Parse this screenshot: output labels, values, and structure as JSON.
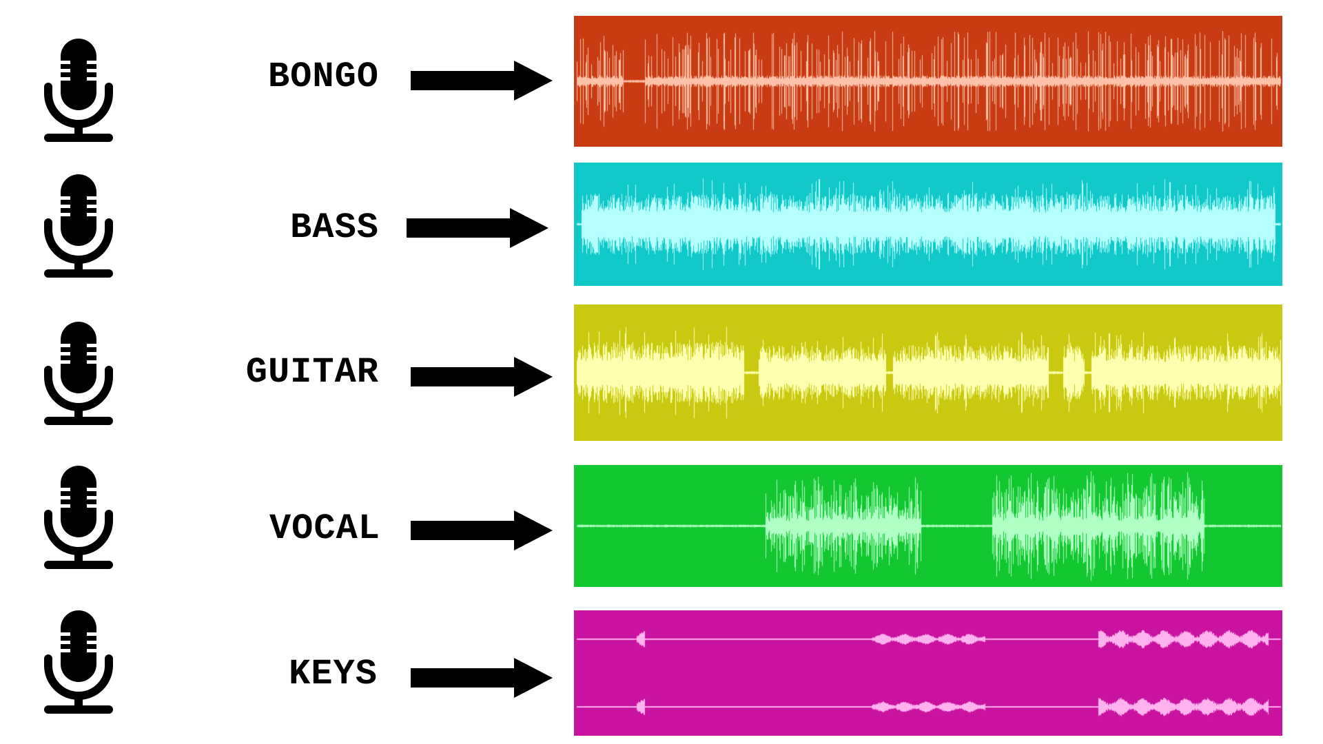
{
  "tracks": [
    {
      "id": "bongo",
      "label": "BONGO",
      "icon": "microphone-icon",
      "bg_color": "#c93b12",
      "wave_color": "#ffc1a8",
      "channels": 1,
      "style": "spiky",
      "segments": [
        [
          0.0,
          0.07,
          0.5
        ],
        [
          0.1,
          1.0,
          0.55
        ]
      ]
    },
    {
      "id": "bass",
      "label": "BASS",
      "icon": "microphone-icon",
      "bg_color": "#10c8c8",
      "wave_color": "#b6ffff",
      "channels": 1,
      "style": "dense",
      "segments": [
        [
          0.01,
          0.99,
          0.55
        ]
      ]
    },
    {
      "id": "guitar",
      "label": "GUITAR",
      "icon": "microphone-icon",
      "bg_color": "#c9c911",
      "wave_color": "#ffffb0",
      "channels": 1,
      "style": "dense",
      "segments": [
        [
          0.0,
          0.24,
          0.5
        ],
        [
          0.26,
          0.44,
          0.45
        ],
        [
          0.45,
          0.67,
          0.45
        ],
        [
          0.69,
          0.72,
          0.45
        ],
        [
          0.73,
          1.0,
          0.45
        ]
      ]
    },
    {
      "id": "vocal",
      "label": "VOCAL",
      "icon": "microphone-icon",
      "bg_color": "#12c72f",
      "wave_color": "#b0ffc4",
      "channels": 1,
      "style": "bursty",
      "segments": [
        [
          0.27,
          0.49,
          0.6
        ],
        [
          0.59,
          0.89,
          0.65
        ]
      ]
    },
    {
      "id": "keys",
      "label": "KEYS",
      "icon": "microphone-icon",
      "bg_color": "#c912a0",
      "wave_color": "#ffb3ee",
      "channels": 2,
      "style": "smooth",
      "segments": [
        [
          0.088,
          0.1,
          0.22
        ],
        [
          0.42,
          0.58,
          0.15
        ],
        [
          0.74,
          0.98,
          0.25
        ]
      ]
    }
  ]
}
